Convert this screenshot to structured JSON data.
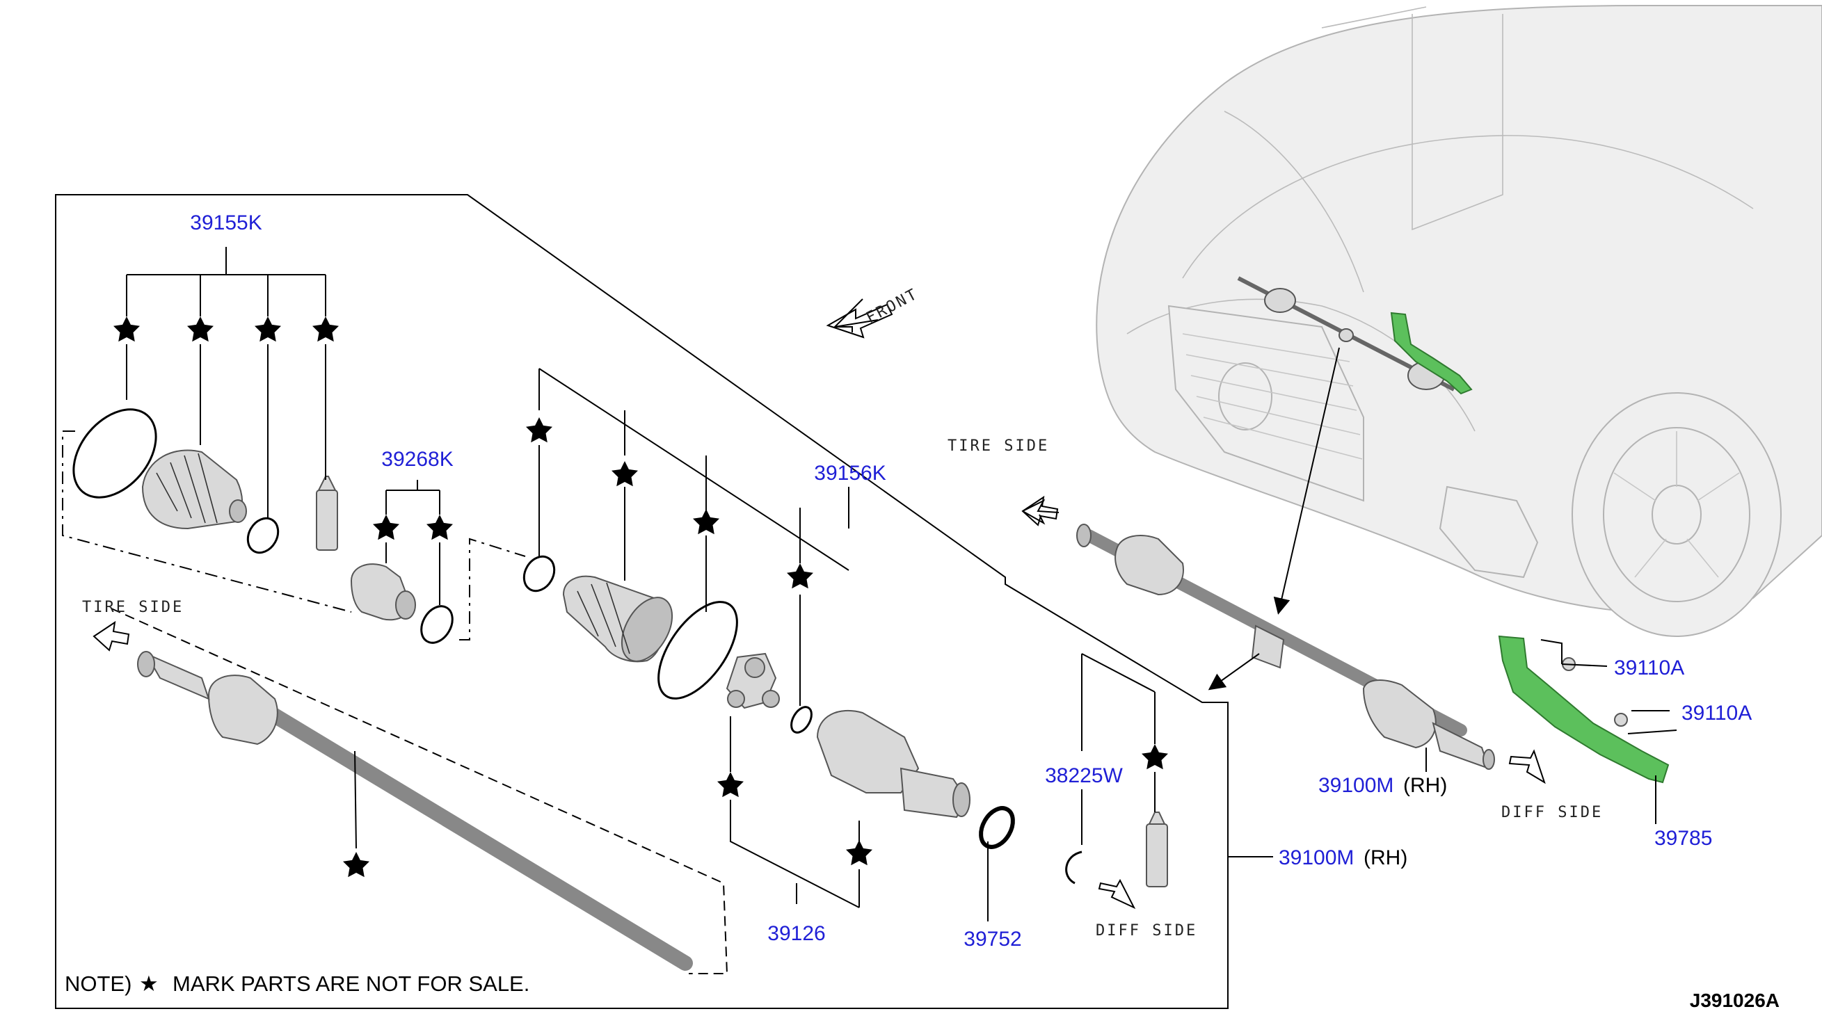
{
  "labels": {
    "boot_kit_outer": "39155K",
    "boot_kit_small": "39268K",
    "boot_kit_inner": "39156K",
    "joint_assembly": "39126",
    "seal": "39752",
    "snap_ring": "38225W",
    "shaft_assembly_main": "39100M",
    "shaft_assembly_main_side": "(RH)",
    "shaft_assembly_car": "39100M",
    "shaft_assembly_car_side": "(RH)",
    "bolt_upper": "39110A",
    "bolt_lower": "39110A",
    "bracket": "39785"
  },
  "directions": {
    "front": "FRONT",
    "tire_side_left": "TIRE SIDE",
    "tire_side_right": "TIRE SIDE",
    "diff_side_left": "DIFF SIDE",
    "diff_side_right": "DIFF SIDE"
  },
  "note": {
    "prefix": "NOTE)",
    "symbol": "★",
    "text": "MARK PARTS ARE NOT FOR SALE."
  },
  "figure_code": "J391026A",
  "colors": {
    "part_number": "#1f1fd6",
    "bracket_highlight": "#5cc05c",
    "line": "#000000"
  }
}
